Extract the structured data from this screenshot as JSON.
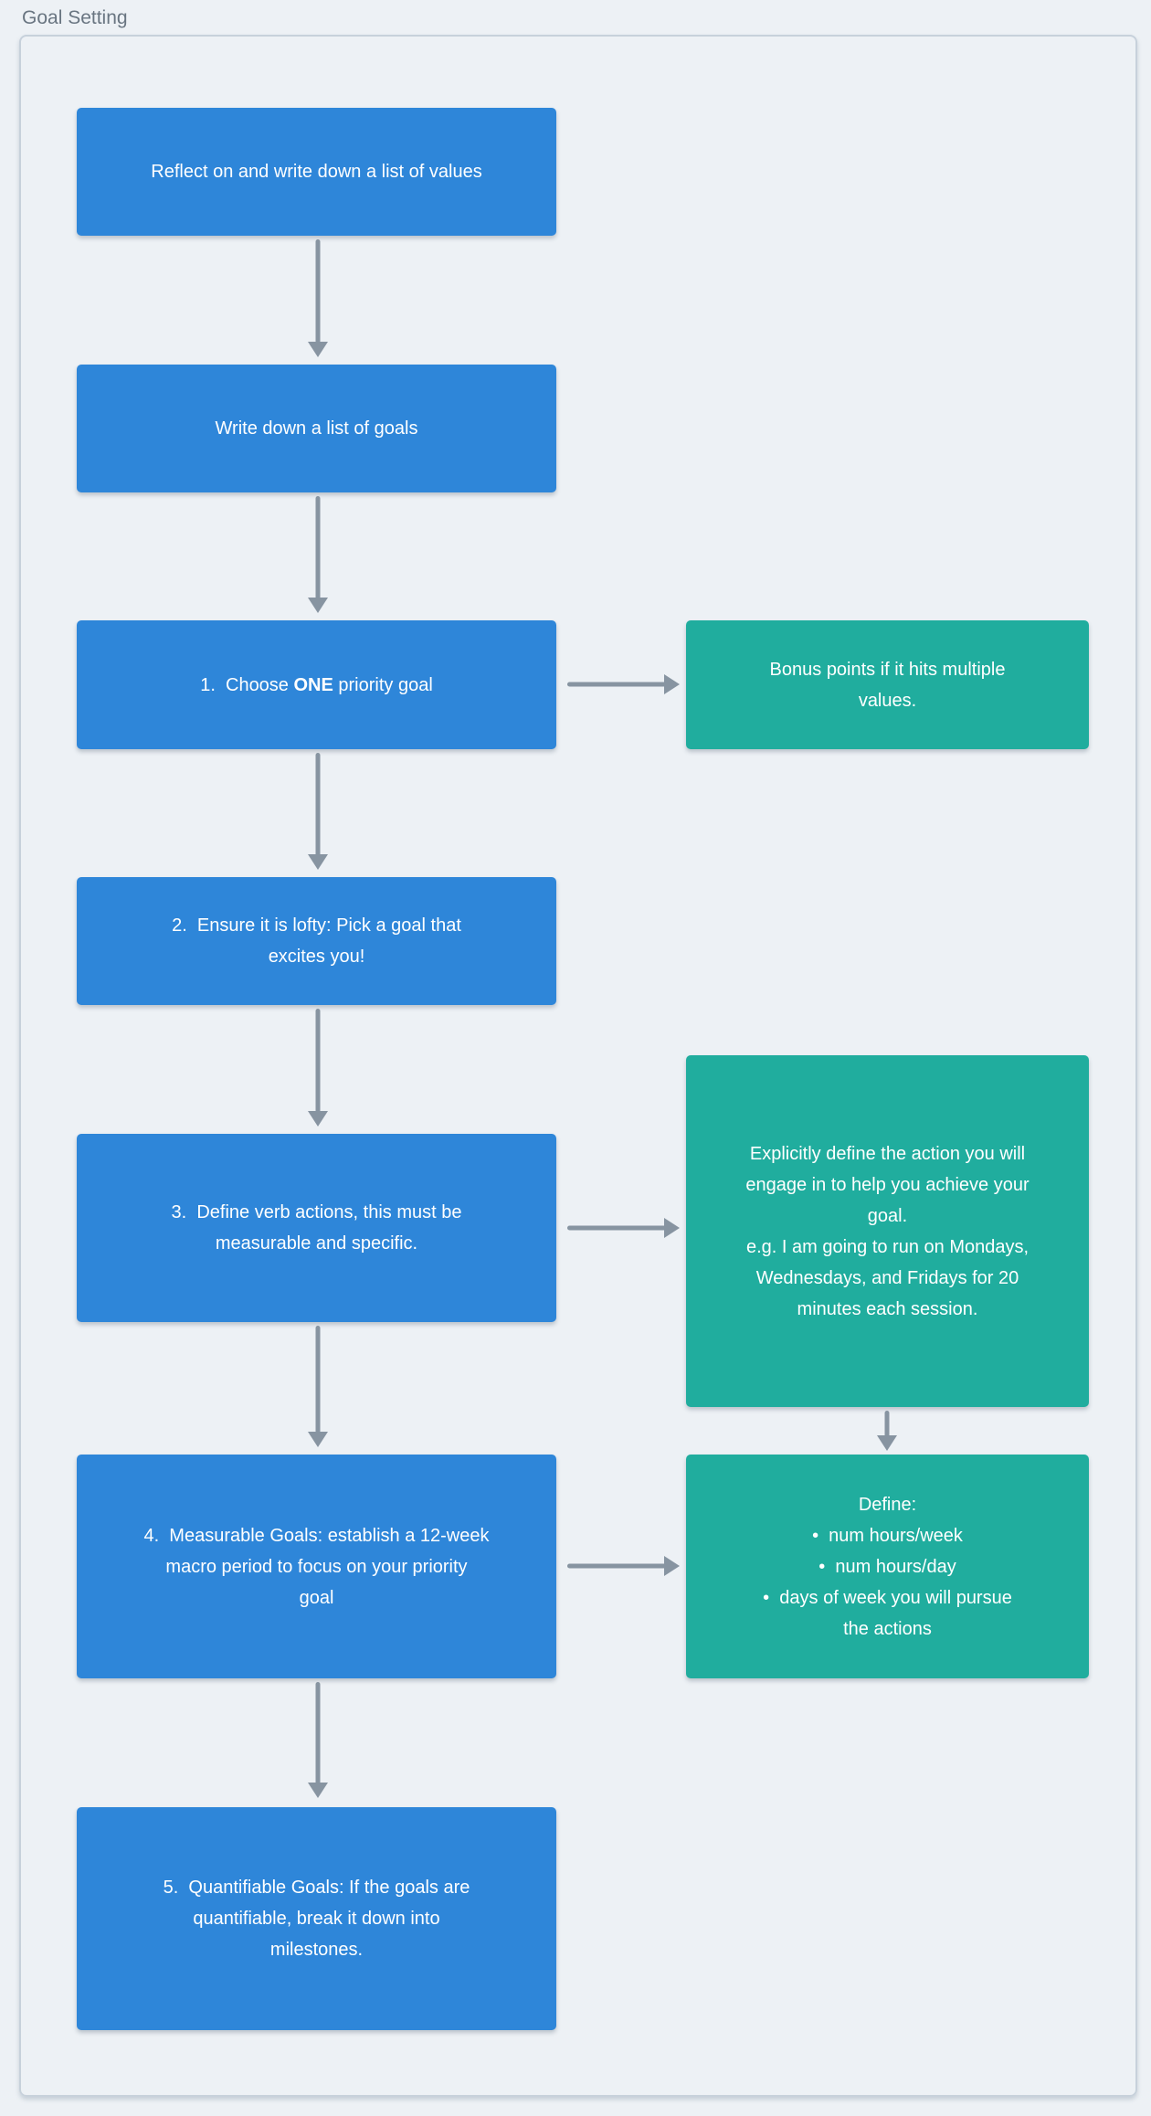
{
  "title": "Goal Setting",
  "colors": {
    "step_box": "#2e86d9",
    "note_box": "#20ad9e",
    "arrow": "#8794a1",
    "panel_border": "#c7d1db",
    "background": "#edf1f5",
    "title_text": "#697581",
    "box_text": "#ffffff"
  },
  "flow": {
    "steps": [
      {
        "text": "Reflect on and write down a list of values"
      },
      {
        "text": "Write down a list of goals"
      },
      {
        "pre": "1.  Choose ",
        "bold": "ONE",
        "post": " priority goal"
      },
      {
        "text": "2.  Ensure it is lofty: Pick a goal that\nexcites you!"
      },
      {
        "text": "3.  Define verb actions, this must be\nmeasurable and specific."
      },
      {
        "text": "4.  Measurable Goals: establish a 12-week\nmacro period to focus on your priority\ngoal"
      },
      {
        "text": "5.  Quantifiable Goals: If the goals are\nquantifiable, break it down into\nmilestones."
      }
    ],
    "notes": [
      {
        "text": "Bonus points if it hits multiple\nvalues."
      },
      {
        "text": "Explicitly define the action you will\nengage in to help you achieve your\ngoal.\ne.g. I am going to run on Mondays,\nWednesdays, and Fridays for 20\nminutes each session."
      },
      {
        "text": "Define:\n•  num hours/week\n•  num hours/day\n•  days of week you will pursue\nthe actions"
      }
    ]
  }
}
